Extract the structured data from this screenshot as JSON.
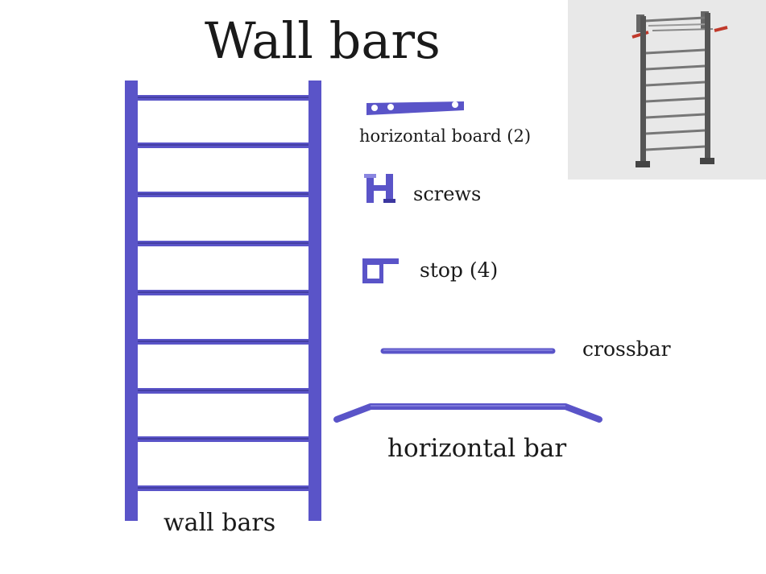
{
  "title": "Wall bars",
  "labels": {
    "horizontal_board": "horizontal board (2)",
    "screws": "screws",
    "stop": "stop (4)",
    "crossbar": "crossbar",
    "horizontal_bar": "horizontal bar",
    "wall_bars": "wall bars"
  },
  "parts": [
    {
      "name": "wall bars",
      "rungs": 9
    },
    {
      "name": "horizontal board",
      "count": 2
    },
    {
      "name": "screws"
    },
    {
      "name": "stop",
      "count": 4
    },
    {
      "name": "crossbar"
    },
    {
      "name": "horizontal bar"
    }
  ],
  "colors": {
    "part": "#5a54c8",
    "part_dark": "#3c37a0",
    "part_light": "#8a86e0",
    "thumbnail_bg": "#e8e8e8",
    "thumbnail_frame": "#555555",
    "thumbnail_accent": "#c0392b"
  },
  "thumbnail": {
    "icon": "assembled-wall-bars-preview"
  }
}
